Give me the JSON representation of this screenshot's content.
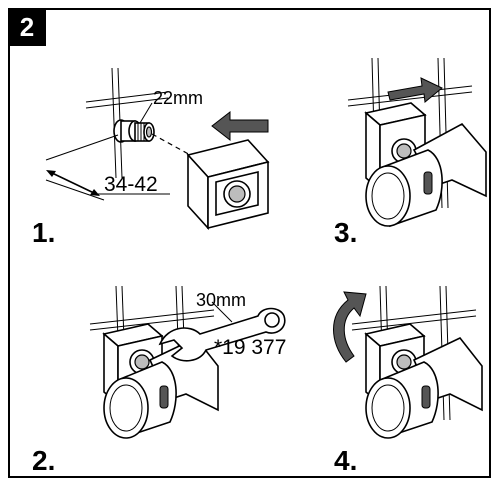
{
  "figure": {
    "badge": "2",
    "steps": [
      "1.",
      "2.",
      "3.",
      "4."
    ],
    "labels": {
      "nut_size_1": "22mm",
      "distance": "34-42",
      "wrench_size": "30mm",
      "tool_ref": "*19 377"
    }
  }
}
